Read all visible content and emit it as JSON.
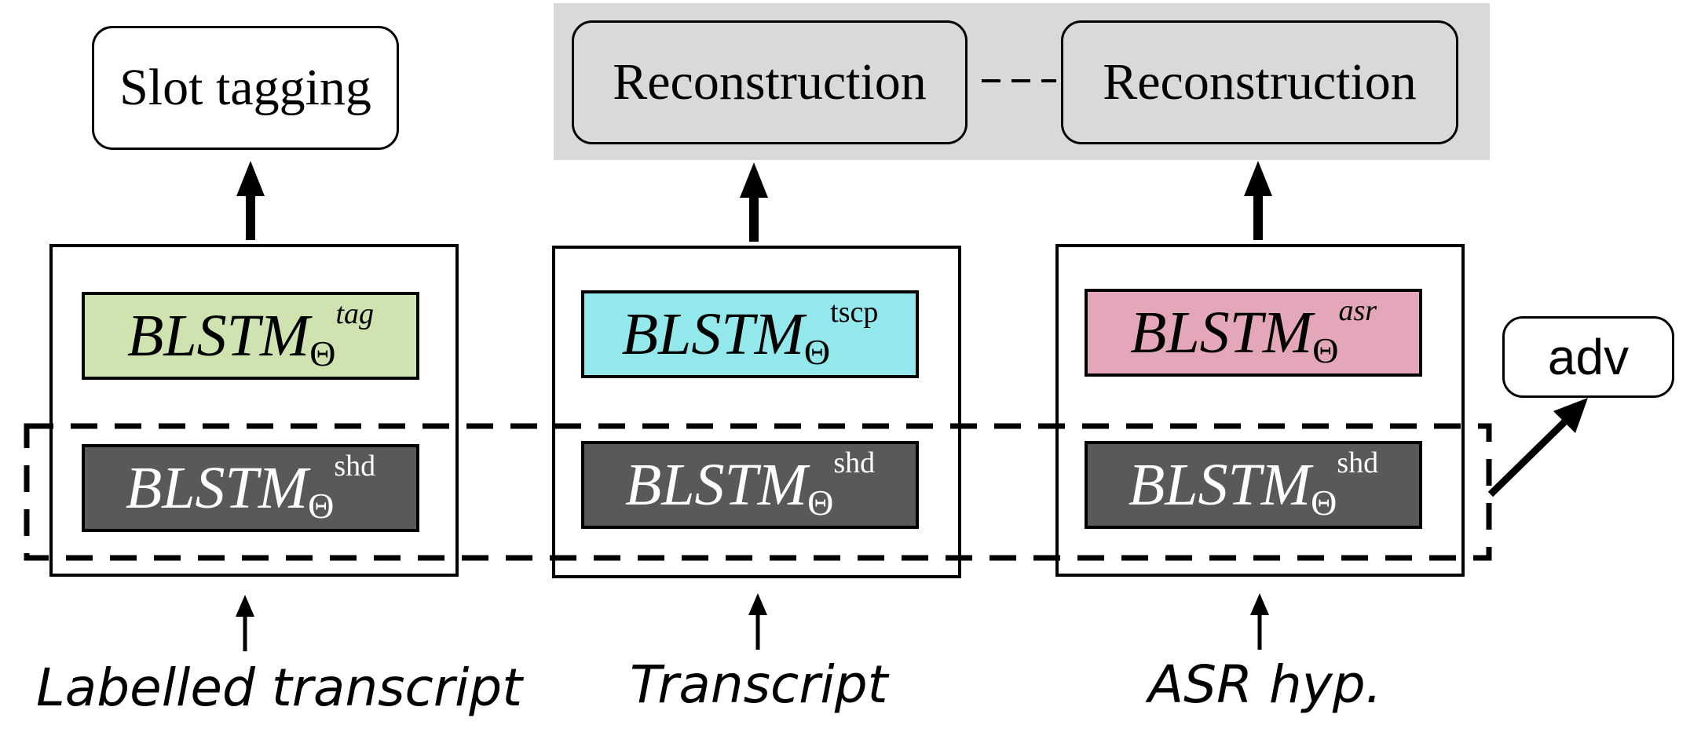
{
  "outputs": {
    "slot_tagging": "Slot tagging",
    "reconstruction_left": "Reconstruction",
    "reconstruction_right": "Reconstruction",
    "adv": "adv"
  },
  "modules": {
    "tag": {
      "base": "BLSTM",
      "sub": "Θ",
      "sup": "tag",
      "color": "#cfe3b0"
    },
    "tscp": {
      "base": "BLSTM",
      "sub": "Θ",
      "sup": "tscp",
      "color": "#93e8ec"
    },
    "asr": {
      "base": "BLSTM",
      "sub": "Θ",
      "sup": "asr",
      "color": "#e4a7ba"
    },
    "shd": {
      "base": "BLSTM",
      "sub": "Θ",
      "sup": "shd",
      "color": "#595959"
    }
  },
  "inputs": {
    "labelled": "Labelled transcript",
    "transcript": "Transcript",
    "asr": "ASR hyp."
  }
}
